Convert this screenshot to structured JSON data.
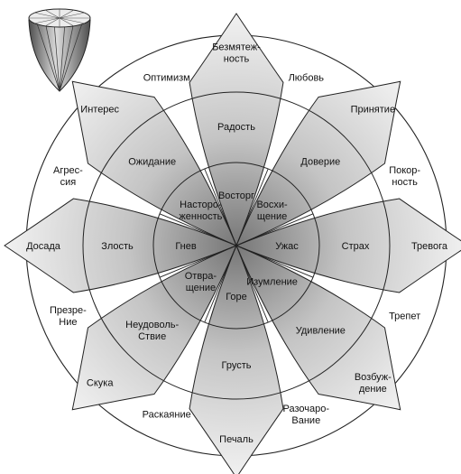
{
  "colors": {
    "background": "#ffffff",
    "outline": "#222222",
    "petal_light": "#f4f4f4",
    "petal_mid": "#c4c4c4",
    "petal_dark": "#777777",
    "cone_light": "#dcdcdc",
    "cone_dark": "#4e4e4e"
  },
  "petals": [
    {
      "name": "joy",
      "outer": [
        "Безмятеж-",
        "ность"
      ],
      "middle": [
        "Радость"
      ],
      "inner": [
        "Восторг"
      ]
    },
    {
      "name": "trust",
      "outer": [
        "Принятие"
      ],
      "middle": [
        "Доверие"
      ],
      "inner": [
        "Восхи-",
        "щение"
      ]
    },
    {
      "name": "fear",
      "outer": [
        "Тревога"
      ],
      "middle": [
        "Страх"
      ],
      "inner": [
        "Ужас"
      ]
    },
    {
      "name": "surprise",
      "outer": [
        "Возбуж-",
        "дение"
      ],
      "middle": [
        "Удивление"
      ],
      "inner": [
        "Изумление"
      ]
    },
    {
      "name": "sadness",
      "outer": [
        "Печаль"
      ],
      "middle": [
        "Грусть"
      ],
      "inner": [
        "Горе"
      ]
    },
    {
      "name": "disgust",
      "outer": [
        "Скука"
      ],
      "middle": [
        "Неудоволь-",
        "Ствие"
      ],
      "inner": [
        "Отвра-",
        "щение"
      ]
    },
    {
      "name": "anger",
      "outer": [
        "Досада"
      ],
      "middle": [
        "Злость"
      ],
      "inner": [
        "Гнев"
      ]
    },
    {
      "name": "anticipation",
      "outer": [
        "Интерес"
      ],
      "middle": [
        "Ожидание"
      ],
      "inner": [
        "Насторо-",
        "женность"
      ]
    }
  ],
  "dyads": [
    {
      "name": "love",
      "text": [
        "Любовь"
      ]
    },
    {
      "name": "submission",
      "text": [
        "Покор-",
        "ность"
      ]
    },
    {
      "name": "awe",
      "text": [
        "Трепет"
      ]
    },
    {
      "name": "disappointment",
      "text": [
        "Разочаро-",
        "Вание"
      ]
    },
    {
      "name": "remorse",
      "text": [
        "Раскаяние"
      ]
    },
    {
      "name": "contempt",
      "text": [
        "Презре-",
        "Ние"
      ]
    },
    {
      "name": "aggressiveness",
      "text": [
        "Агрес-",
        "сия"
      ]
    },
    {
      "name": "optimism",
      "text": [
        "Оптимизм"
      ]
    }
  ]
}
